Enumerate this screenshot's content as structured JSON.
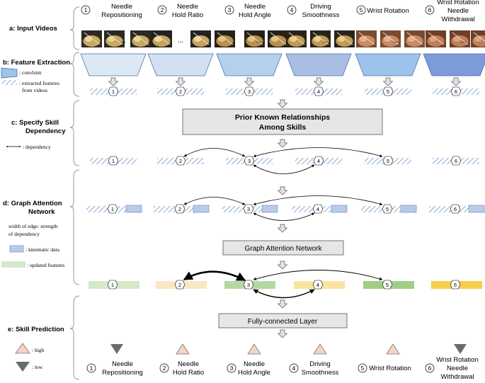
{
  "sections": {
    "a": "a: Input Videos",
    "b": "b: Feature Extraction",
    "c1": "c: Specify Skill",
    "c2": "Dependency",
    "d1": "d: Graph Attention",
    "d2": "Network",
    "e": "e: Skill Prediction"
  },
  "legend": {
    "convlstm": ": convlstm",
    "extracted1": ": extracted features",
    "extracted2": "from videos",
    "dependency": ": dependency",
    "edge1": "width of edge: strength",
    "edge2": "of dependency",
    "kinematic": ": kinematic data",
    "updated": ": updated features",
    "high": ": high",
    "low": ": low"
  },
  "skills": [
    {
      "num": "1",
      "lines": [
        "Needle",
        "Repositioning"
      ]
    },
    {
      "num": "2",
      "lines": [
        "Needle",
        "Hold Ratio"
      ]
    },
    {
      "num": "3",
      "lines": [
        "Needle",
        "Hold Angle"
      ]
    },
    {
      "num": "4",
      "lines": [
        "Driving",
        "Smoothness"
      ]
    },
    {
      "num": "5",
      "lines": [
        "Wrist Rotation"
      ]
    },
    {
      "num": "6",
      "lines": [
        "Wrist Rotation",
        "Needle",
        "Withdrawal"
      ]
    }
  ],
  "boxes": {
    "prior1": "Prior Known Relationships",
    "prior2": "Among Skills",
    "gat": "Graph Attention Network",
    "fc": "Fully-connected Layer"
  },
  "ellipsis": "...",
  "predictions": [
    "low",
    "high",
    "high",
    "high",
    "high",
    "low"
  ],
  "colors": {
    "convlstm": [
      "#dde8f5",
      "#d3e0f2",
      "#b5d0ec",
      "#aabde2",
      "#9cc4ea",
      "#7c9bd8"
    ],
    "updated": [
      "#d6e8cb",
      "#fbe7c3",
      "#b5d8a1",
      "#f9e3a0",
      "#9fcf85",
      "#f5cf4a"
    ],
    "high": "#f6d3c2",
    "low": "#6b6b6b"
  }
}
